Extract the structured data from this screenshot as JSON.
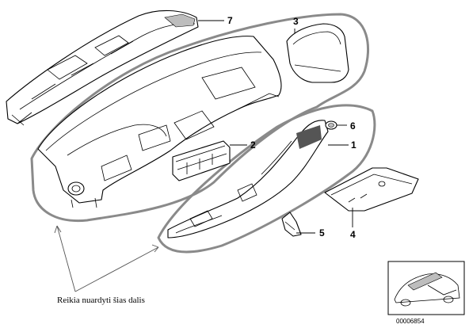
{
  "callouts": [
    {
      "key": "p7",
      "label": "7"
    },
    {
      "key": "p3",
      "label": "3"
    },
    {
      "key": "p6",
      "label": "6"
    },
    {
      "key": "p2",
      "label": "2"
    },
    {
      "key": "p1",
      "label": "1"
    },
    {
      "key": "p5",
      "label": "5"
    },
    {
      "key": "p4",
      "label": "4"
    }
  ],
  "note": "Reikia nuardyti šias dalis",
  "reference_number": "00006854",
  "colors": {
    "outline": "#8a8a8a",
    "ink": "#000000",
    "background": "#ffffff"
  }
}
